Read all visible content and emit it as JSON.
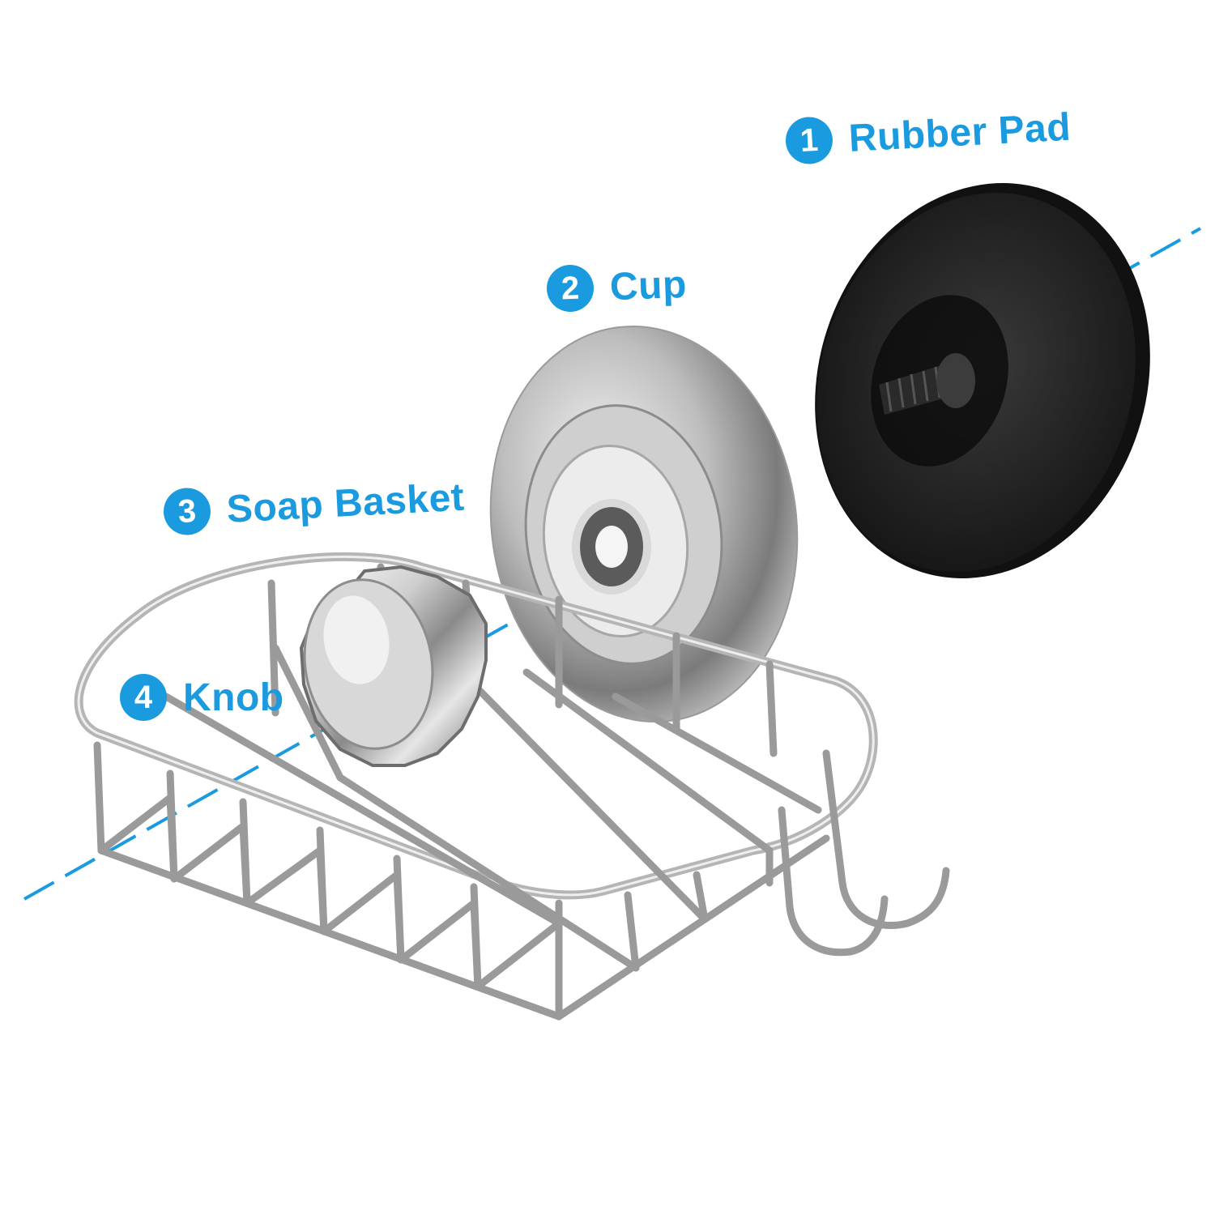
{
  "colors": {
    "accent": "#1a9be0",
    "background": "#ffffff",
    "rubber_pad": "#1b1b1b",
    "chrome": "#d9d9d9"
  },
  "parts": [
    {
      "number": "1",
      "name": "Rubber Pad"
    },
    {
      "number": "2",
      "name": "Cup"
    },
    {
      "number": "3",
      "name": "Soap Basket"
    },
    {
      "number": "4",
      "name": "Knob"
    }
  ]
}
